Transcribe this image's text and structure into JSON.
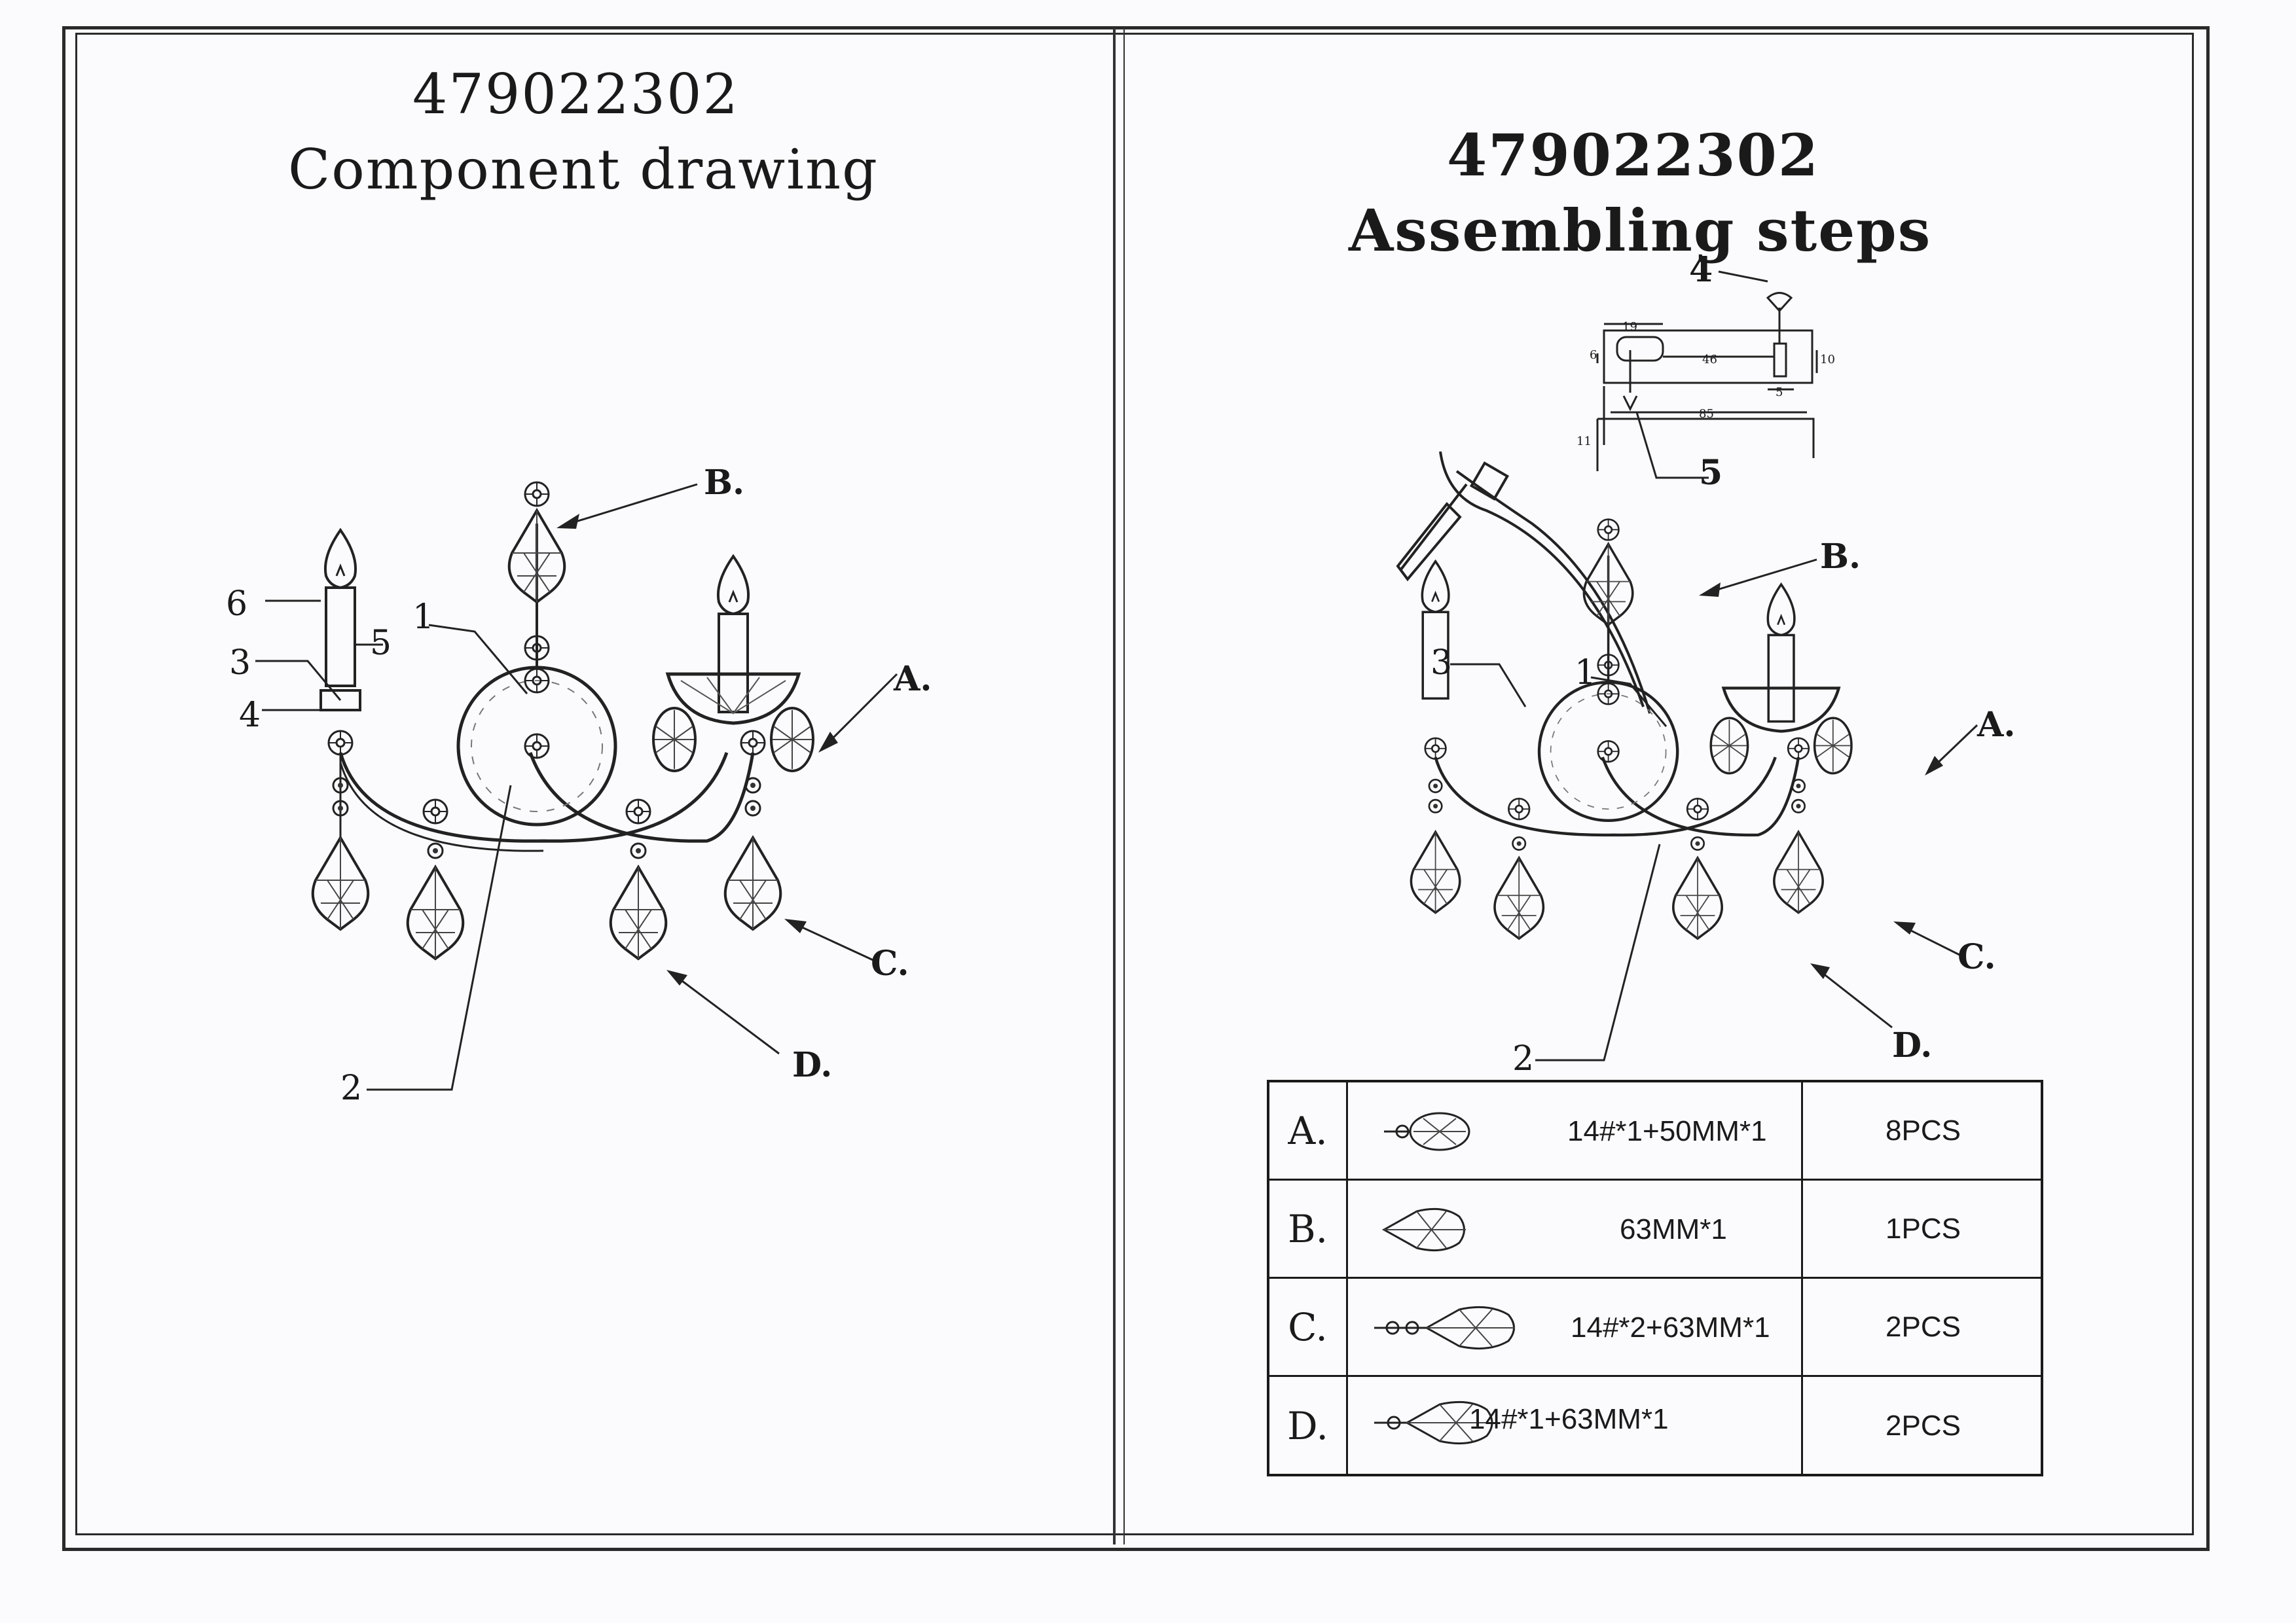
{
  "left_page": {
    "model_number": "479022302",
    "title": "Component drawing",
    "callouts": {
      "n1": "1",
      "n2": "2",
      "n3": "3",
      "n4": "4",
      "n5": "5",
      "n6": "6",
      "a": "A.",
      "b": "B.",
      "c": "C.",
      "d": "D."
    }
  },
  "right_page": {
    "model_number": "479022302",
    "title": "Assembling steps",
    "callouts": {
      "n1": "1",
      "n2": "2",
      "n3": "3",
      "n4": "4",
      "n5": "5",
      "a": "A.",
      "b": "B.",
      "c": "C.",
      "d": "D."
    },
    "bracket_dimensions": {
      "d19": "19",
      "d46": "46",
      "d5": "5",
      "d10": "10",
      "d6": "6",
      "d85": "85",
      "d11": "11"
    }
  },
  "parts_table": {
    "rows": [
      {
        "letter": "A.",
        "icon": "crystal-drop-icon",
        "spec": "14#*1+50MM*1",
        "qty": "8PCS"
      },
      {
        "letter": "B.",
        "icon": "crystal-pendant-icon",
        "spec": "63MM*1",
        "qty": "1PCS"
      },
      {
        "letter": "C.",
        "icon": "crystal-pendant-double-bead-icon",
        "spec": "14#*2+63MM*1",
        "qty": "2PCS"
      },
      {
        "letter": "D.",
        "icon": "crystal-pendant-bead-icon",
        "spec": "14#*1+63MM*1",
        "qty": "2PCS"
      }
    ]
  }
}
